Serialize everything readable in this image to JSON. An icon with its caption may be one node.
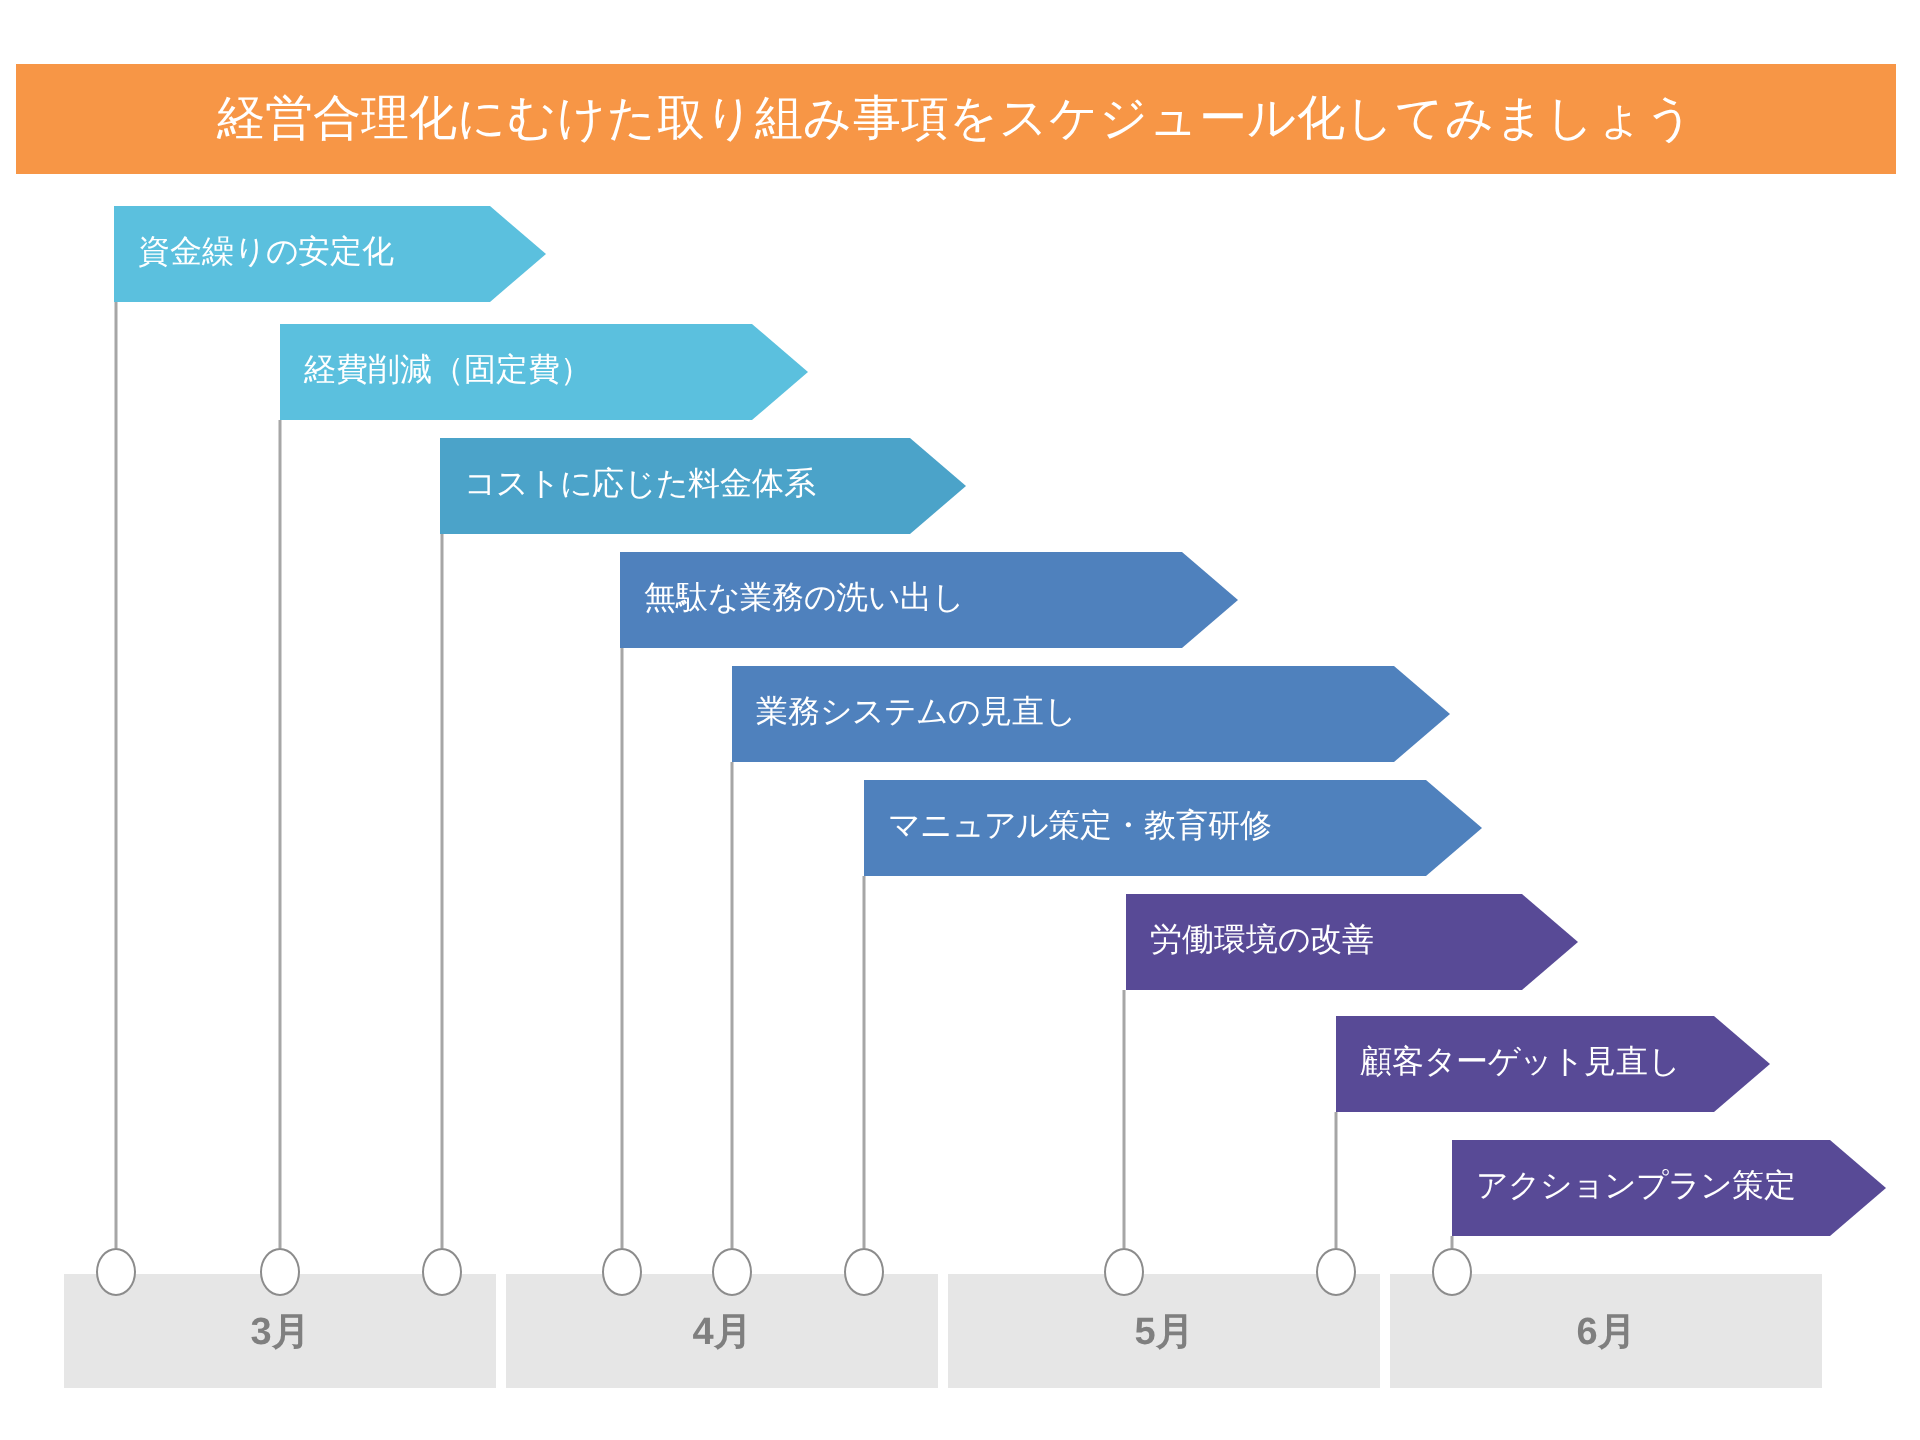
{
  "diagram": {
    "title": "経営合理化にむけた取り組み事項をスケジュール化してみましょう",
    "nodes": [
      {
        "text": [
          "資金繰りの安定化"
        ]
      },
      {
        "text": [
          "経費削減（固定費）"
        ]
      },
      {
        "text": [
          "コストに応じた料金体系"
        ]
      },
      {
        "text": [
          "無駄な業務の洗い出し"
        ]
      },
      {
        "text": [
          "業務システムの見直し"
        ]
      },
      {
        "text": [
          "マニュアル策定・教育研修"
        ]
      },
      {
        "text": [
          "労働環境の改善"
        ]
      },
      {
        "text": [
          "顧客ターゲット見直し"
        ]
      },
      {
        "text": [
          "アクションプラン策定"
        ]
      },
      {
        "text": [],
        "shape": "circle"
      },
      {
        "text": [],
        "shape": "circle"
      },
      {
        "text": [],
        "shape": "circle"
      },
      {
        "text": [],
        "shape": "circle"
      },
      {
        "text": [],
        "shape": "circle"
      },
      {
        "text": [],
        "shape": "circle"
      },
      {
        "text": [],
        "shape": "circle"
      },
      {
        "text": [],
        "shape": "circle"
      },
      {
        "text": [],
        "shape": "circle"
      },
      {
        "text": [
          "3月"
        ]
      },
      {
        "text": [
          "4月"
        ]
      },
      {
        "text": [
          "5月"
        ]
      },
      {
        "text": [
          "6月"
        ]
      }
    ],
    "edges": [
      {
        "from": 0,
        "to": 9,
        "arrow": "none"
      },
      {
        "from": 1,
        "to": 10,
        "arrow": "none"
      },
      {
        "from": 2,
        "to": 11,
        "arrow": "none"
      },
      {
        "from": 3,
        "to": 12,
        "arrow": "none"
      },
      {
        "from": 4,
        "to": 13,
        "arrow": "none"
      },
      {
        "from": 5,
        "to": 14,
        "arrow": "none"
      },
      {
        "from": 6,
        "to": 15,
        "arrow": "none"
      },
      {
        "from": 7,
        "to": 16,
        "arrow": "none"
      },
      {
        "from": 8,
        "to": 17,
        "arrow": "none"
      }
    ]
  }
}
